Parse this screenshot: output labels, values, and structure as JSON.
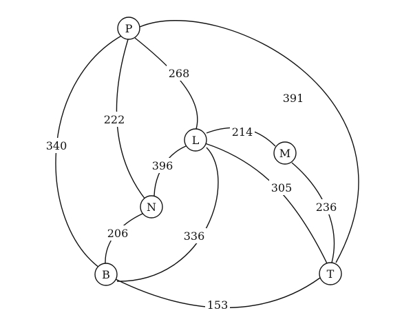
{
  "graph": {
    "nodes": [
      {
        "id": "P",
        "label": "P"
      },
      {
        "id": "L",
        "label": "L"
      },
      {
        "id": "M",
        "label": "M"
      },
      {
        "id": "N",
        "label": "N"
      },
      {
        "id": "B",
        "label": "B"
      },
      {
        "id": "T",
        "label": "T"
      }
    ],
    "edges": [
      {
        "from": "P",
        "to": "B",
        "weight": "340"
      },
      {
        "from": "P",
        "to": "N",
        "weight": "222"
      },
      {
        "from": "P",
        "to": "L",
        "weight": "268"
      },
      {
        "from": "P",
        "to": "T",
        "weight": "391"
      },
      {
        "from": "L",
        "to": "M",
        "weight": "214"
      },
      {
        "from": "L",
        "to": "N",
        "weight": "396"
      },
      {
        "from": "L",
        "to": "T",
        "weight": "305"
      },
      {
        "from": "L",
        "to": "B",
        "weight": "336"
      },
      {
        "from": "M",
        "to": "T",
        "weight": "236"
      },
      {
        "from": "N",
        "to": "B",
        "weight": "206"
      },
      {
        "from": "B",
        "to": "T",
        "weight": "153"
      }
    ]
  }
}
